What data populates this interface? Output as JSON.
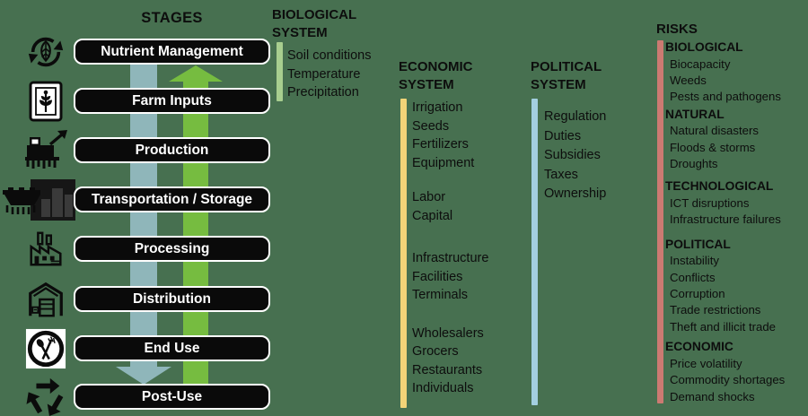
{
  "colors": {
    "background": "#477050",
    "downstream_arrow": "#8FB6BA",
    "upstream_arrow": "#76BC40",
    "pill_background": "#0a0a0a",
    "pill_text": "#ffffff"
  },
  "stages_column": {
    "header": "STAGES",
    "stages": [
      {
        "label": "Nutrient Management",
        "icon": "nutrient-cycle-icon"
      },
      {
        "label": "Farm Inputs",
        "icon": "seed-packet-icon"
      },
      {
        "label": "Production",
        "icon": "harvester-icon"
      },
      {
        "label": "Transportation / Storage",
        "icon": "transport-storage-icon"
      },
      {
        "label": "Processing",
        "icon": "factory-icon"
      },
      {
        "label": "Distribution",
        "icon": "warehouse-icon"
      },
      {
        "label": "End Use",
        "icon": "plate-utensils-icon"
      },
      {
        "label": "Post-Use",
        "icon": "recycle-icon"
      }
    ]
  },
  "systems": [
    {
      "id": "biological",
      "title_lines": [
        "BIOLOGICAL",
        "SYSTEM"
      ],
      "bar_color": "#A8CE8F",
      "groups": [
        [
          "Soil conditions",
          "Temperature",
          "Precipitation"
        ]
      ]
    },
    {
      "id": "economic",
      "title_lines": [
        "ECONOMIC",
        "SYSTEM"
      ],
      "bar_color": "#F2D478",
      "groups": [
        [
          "Irrigation",
          "Seeds",
          "Fertilizers",
          "Equipment"
        ],
        [
          "Labor",
          "Capital"
        ],
        [
          "Infrastructure",
          "Facilities",
          "Terminals"
        ],
        [
          "Wholesalers",
          "Grocers",
          "Restaurants",
          "Individuals"
        ]
      ]
    },
    {
      "id": "political",
      "title_lines": [
        "POLITICAL",
        "SYSTEM"
      ],
      "bar_color": "#A3CFE0",
      "groups": [
        [
          "Regulation",
          "Duties",
          "Subsidies",
          "Taxes",
          "Ownership"
        ]
      ]
    }
  ],
  "risks": {
    "header": "RISKS",
    "bar_color": "#CC7A72",
    "categories": [
      {
        "name": "BIOLOGICAL",
        "items": [
          "Biocapacity",
          "Weeds",
          "Pests and pathogens"
        ]
      },
      {
        "name": "NATURAL",
        "items": [
          "Natural disasters",
          "Floods & storms",
          "Droughts"
        ]
      },
      {
        "name": "TECHNOLOGICAL",
        "items": [
          "ICT disruptions",
          "Infrastructure failures"
        ]
      },
      {
        "name": "POLITICAL",
        "items": [
          "Instability",
          "Conflicts",
          "Corruption",
          "Trade restrictions",
          "Theft and illicit trade"
        ]
      },
      {
        "name": "ECONOMIC",
        "items": [
          "Price volatility",
          "Commodity shortages",
          "Demand shocks"
        ]
      }
    ]
  }
}
